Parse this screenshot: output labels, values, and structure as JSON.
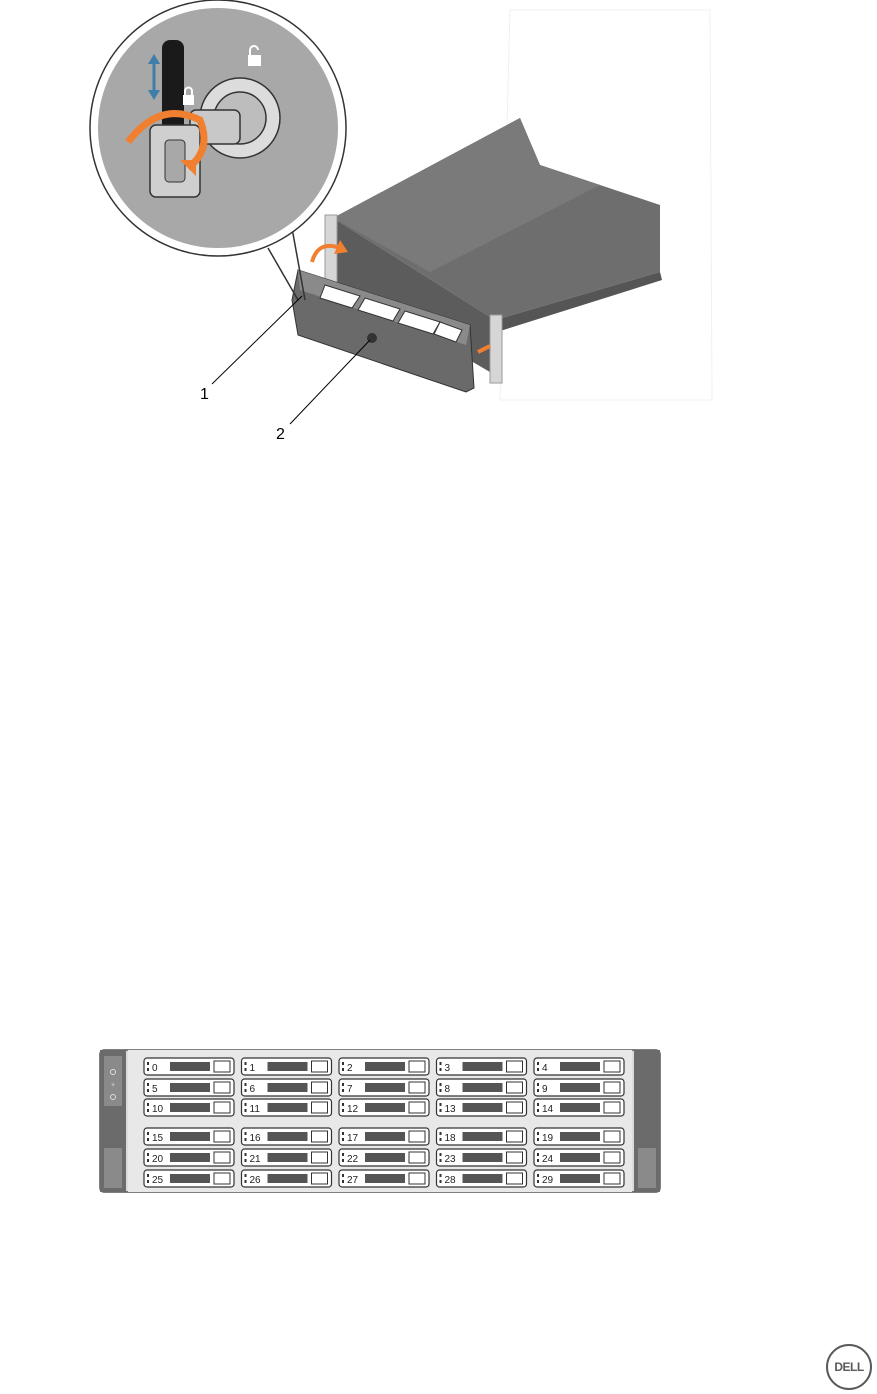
{
  "figure_install": {
    "callouts": [
      "1",
      "2"
    ]
  },
  "front_panel": {
    "drive_slots": [
      "0",
      "1",
      "2",
      "3",
      "4",
      "5",
      "6",
      "7",
      "8",
      "9",
      "10",
      "11",
      "12",
      "13",
      "14",
      "15",
      "16",
      "17",
      "18",
      "19",
      "20",
      "21",
      "22",
      "23",
      "24",
      "25",
      "26",
      "27",
      "28",
      "29"
    ]
  },
  "footer": {
    "logo_text": "DELL"
  }
}
